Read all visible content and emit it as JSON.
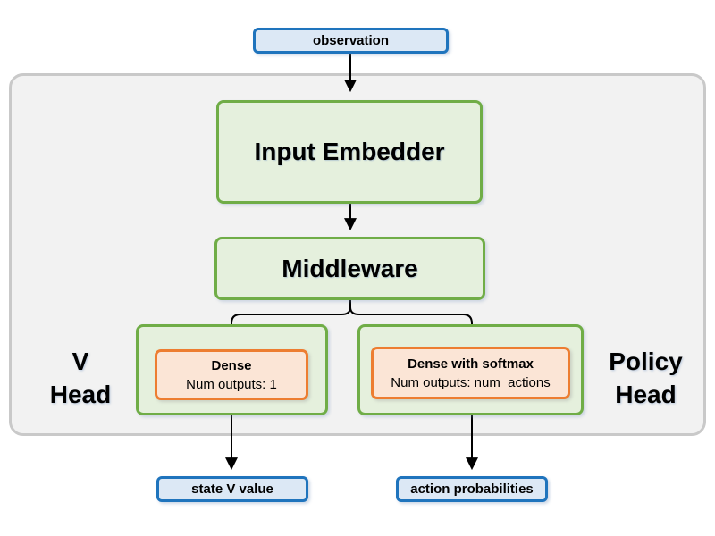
{
  "diagram": {
    "nodes": {
      "observation": {
        "label": "observation"
      },
      "input_embedder": {
        "label": "Input Embedder"
      },
      "middleware": {
        "label": "Middleware"
      },
      "v_head": {
        "line1": "V",
        "line2": "Head"
      },
      "policy_head": {
        "line1": "Policy",
        "line2": "Head"
      },
      "v_dense": {
        "title": "Dense",
        "subtitle": "Num outputs: 1"
      },
      "policy_dense": {
        "title": "Dense with softmax",
        "subtitle": "Num outputs: num_actions"
      },
      "state_v_value": {
        "label": "state V value"
      },
      "action_probabilities": {
        "label": "action probabilities"
      }
    }
  },
  "colors": {
    "blue_border": "#1f74bd",
    "blue_fill": "#dce8f5",
    "green_border": "#70ad47",
    "green_fill": "#e5f0dd",
    "orange_border": "#ed7d31",
    "orange_fill": "#fbe5d6",
    "container_fill": "#f2f2f2",
    "container_border": "#c9c9c9",
    "arrow": "#000000"
  }
}
